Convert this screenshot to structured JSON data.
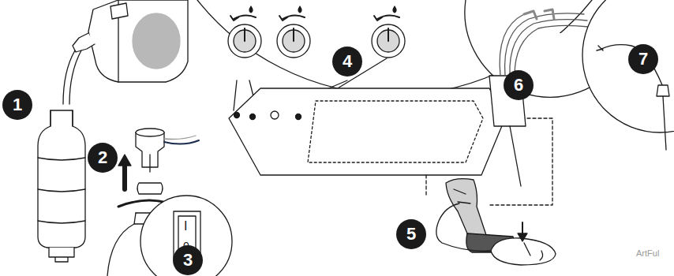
{
  "diagram": {
    "nodes": [
      {
        "text": [
          "1"
        ]
      },
      {
        "text": [
          "2"
        ]
      },
      {
        "text": [
          "3"
        ]
      },
      {
        "text": [
          "4"
        ]
      },
      {
        "text": [
          "5"
        ]
      },
      {
        "text": [
          "6"
        ]
      },
      {
        "text": [
          "7"
        ]
      }
    ],
    "labels": [
      "I",
      "0",
      "ArtFul"
    ]
  }
}
